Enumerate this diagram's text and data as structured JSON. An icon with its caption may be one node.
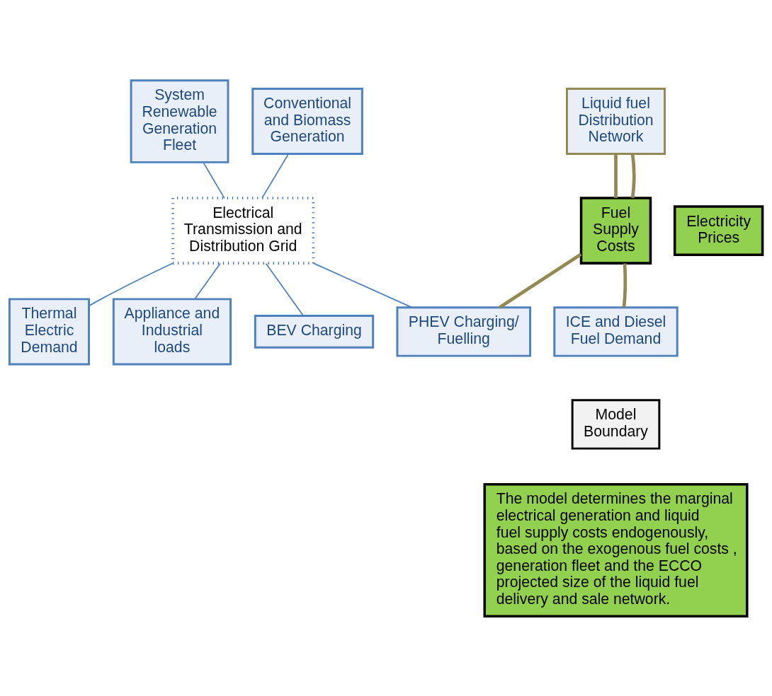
{
  "diagram": {
    "nodes": [
      {
        "text": [
          "System Renewable Generation Fleet"
        ]
      },
      {
        "text": [
          "Conventional and Biomass Generation"
        ]
      },
      {
        "text": [
          "Liquid fuel Distribution Network"
        ]
      },
      {
        "text": [
          "Electricity Prices"
        ]
      },
      {
        "text": [
          "Electrical Transmission and Distribution Grid"
        ]
      },
      {
        "text": [
          "Fuel Supply Costs"
        ]
      },
      {
        "text": [
          "Thermal Electric Demand"
        ]
      },
      {
        "text": [
          "Appliance and Industrial loads"
        ]
      },
      {
        "text": [
          "BEV Charging"
        ]
      },
      {
        "text": [
          "PHEV Charging/ Fuelling"
        ]
      },
      {
        "text": [
          "ICE and Diesel Fuel Demand"
        ]
      },
      {
        "text": [
          "Model Boundary"
        ]
      },
      {
        "text": [
          "The model determines the marginal electrical generation and liquid fuel supply costs endogenously, based on the exogenous fuel costs , generation fleet and the ECCO projected size of the liquid fuel delivery and sale network."
        ]
      }
    ],
    "edges": [
      {
        "from": 0,
        "to": 4,
        "arrow": "none"
      },
      {
        "from": 1,
        "to": 4,
        "arrow": "none"
      },
      {
        "from": 4,
        "to": 6,
        "arrow": "none"
      },
      {
        "from": 4,
        "to": 7,
        "arrow": "none"
      },
      {
        "from": 4,
        "to": 8,
        "arrow": "none"
      },
      {
        "from": 4,
        "to": 9,
        "arrow": "none"
      },
      {
        "from": 2,
        "to": 5,
        "arrow": "none",
        "style": "thick",
        "color": "#938953"
      },
      {
        "from": 2,
        "to": 5,
        "arrow": "none",
        "style": "thick",
        "color": "#938953"
      },
      {
        "from": 5,
        "to": 9,
        "arrow": "none",
        "style": "thick",
        "color": "#938953"
      },
      {
        "from": 5,
        "to": 10,
        "arrow": "none",
        "style": "thick",
        "color": "#938953"
      }
    ]
  }
}
